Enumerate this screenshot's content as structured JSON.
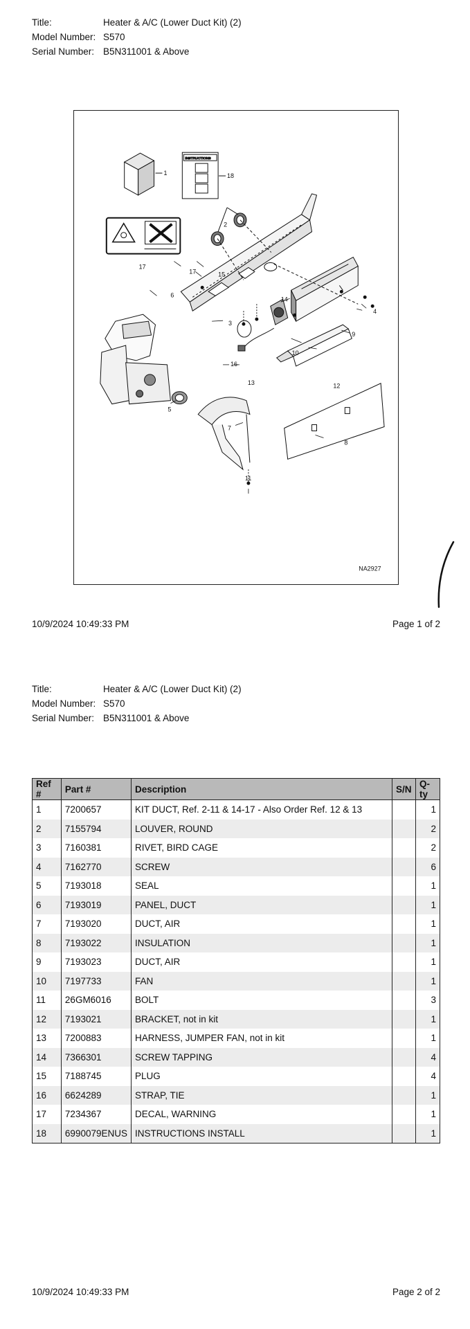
{
  "page1": {
    "header": {
      "title_label": "Title:",
      "title_value": "Heater & A/C (Lower Duct Kit) (2)",
      "model_label": "Model Number:",
      "model_value": "S570",
      "serial_label": "Serial Number:",
      "serial_value": "B5N311001 & Above"
    },
    "diagram": {
      "code": "NA2927",
      "callouts": [
        "1",
        "18",
        "2",
        "17",
        "17",
        "15",
        "6",
        "14",
        "4",
        "3",
        "9",
        "10",
        "16",
        "13",
        "12",
        "5",
        "7",
        "8",
        "11"
      ],
      "decal_text": "INSTRUCTIONS"
    },
    "footer": {
      "datetime": "10/9/2024 10:49:33 PM",
      "page": "Page 1 of 2"
    }
  },
  "page2": {
    "header": {
      "title_label": "Title:",
      "title_value": "Heater & A/C (Lower Duct Kit) (2)",
      "model_label": "Model Number:",
      "model_value": "S570",
      "serial_label": "Serial Number:",
      "serial_value": "B5N311001 & Above"
    },
    "table": {
      "headers": [
        "Ref #",
        "Part #",
        "Description",
        "S/N",
        "Q-ty"
      ],
      "rows": [
        [
          "1",
          "7200657",
          "KIT DUCT, Ref. 2-11 & 14-17 - Also Order Ref. 12 & 13",
          "",
          "1"
        ],
        [
          "2",
          "7155794",
          "LOUVER, ROUND",
          "",
          "2"
        ],
        [
          "3",
          "7160381",
          "RIVET, BIRD CAGE",
          "",
          "2"
        ],
        [
          "4",
          "7162770",
          "SCREW",
          "",
          "6"
        ],
        [
          "5",
          "7193018",
          "SEAL",
          "",
          "1"
        ],
        [
          "6",
          "7193019",
          "PANEL, DUCT",
          "",
          "1"
        ],
        [
          "7",
          "7193020",
          "DUCT, AIR",
          "",
          "1"
        ],
        [
          "8",
          "7193022",
          "INSULATION",
          "",
          "1"
        ],
        [
          "9",
          "7193023",
          "DUCT, AIR",
          "",
          "1"
        ],
        [
          "10",
          "7197733",
          "FAN",
          "",
          "1"
        ],
        [
          "11",
          "26GM6016",
          "BOLT",
          "",
          "3"
        ],
        [
          "12",
          "7193021",
          "BRACKET, not in kit",
          "",
          "1"
        ],
        [
          "13",
          "7200883",
          "HARNESS, JUMPER FAN, not in kit",
          "",
          "1"
        ],
        [
          "14",
          "7366301",
          "SCREW TAPPING",
          "",
          "4"
        ],
        [
          "15",
          "7188745",
          "PLUG",
          "",
          "4"
        ],
        [
          "16",
          "6624289",
          "STRAP, TIE",
          "",
          "1"
        ],
        [
          "17",
          "7234367",
          "DECAL, WARNING",
          "",
          "1"
        ],
        [
          "18",
          "6990079ENUS",
          "INSTRUCTIONS INSTALL",
          "",
          "1"
        ]
      ]
    },
    "footer": {
      "datetime": "10/9/2024 10:49:33 PM",
      "page": "Page 2 of 2"
    }
  }
}
